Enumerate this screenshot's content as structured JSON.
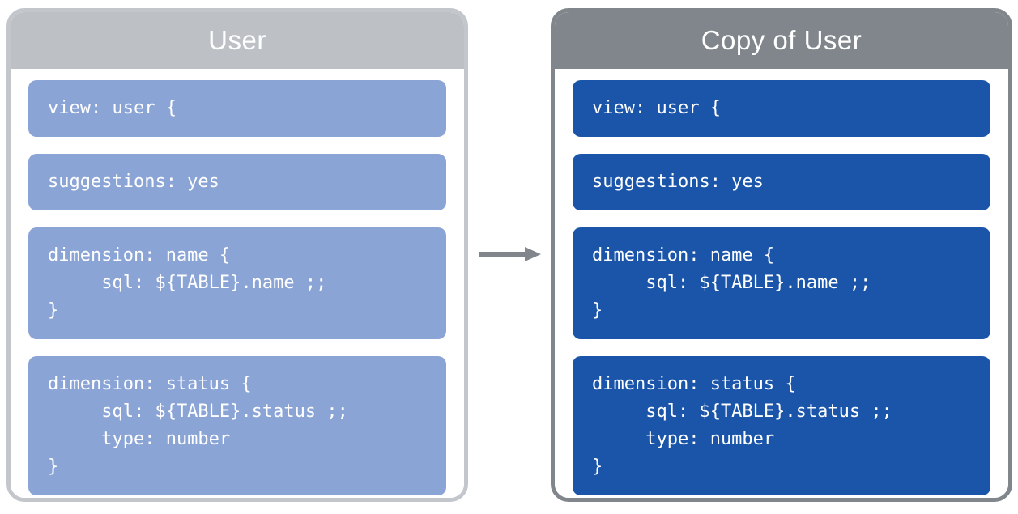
{
  "diagram": {
    "left_panel": {
      "title": "User",
      "blocks": [
        "view: user {",
        "suggestions: yes",
        "dimension: name {\n     sql: ${TABLE}.name ;;\n}",
        "dimension: status {\n     sql: ${TABLE}.status ;;\n     type: number\n}"
      ]
    },
    "right_panel": {
      "title": "Copy of User",
      "blocks": [
        "view: user {",
        "suggestions: yes",
        "dimension: name {\n     sql: ${TABLE}.name ;;\n}",
        "dimension: status {\n     sql: ${TABLE}.status ;;\n     type: number\n}"
      ]
    },
    "arrow": {
      "icon": "arrow-right-icon",
      "direction": "left-to-right"
    }
  },
  "colors": {
    "left_header_gray": "#BDC1C6",
    "left_border_gray": "#C3C7CB",
    "left_block_blue": "#8BA4D6",
    "right_header_gray": "#80868B",
    "right_border_gray": "#80868B",
    "right_block_blue": "#1A55A9",
    "arrow_gray": "#80868B",
    "text_white": "#FFFFFF"
  }
}
